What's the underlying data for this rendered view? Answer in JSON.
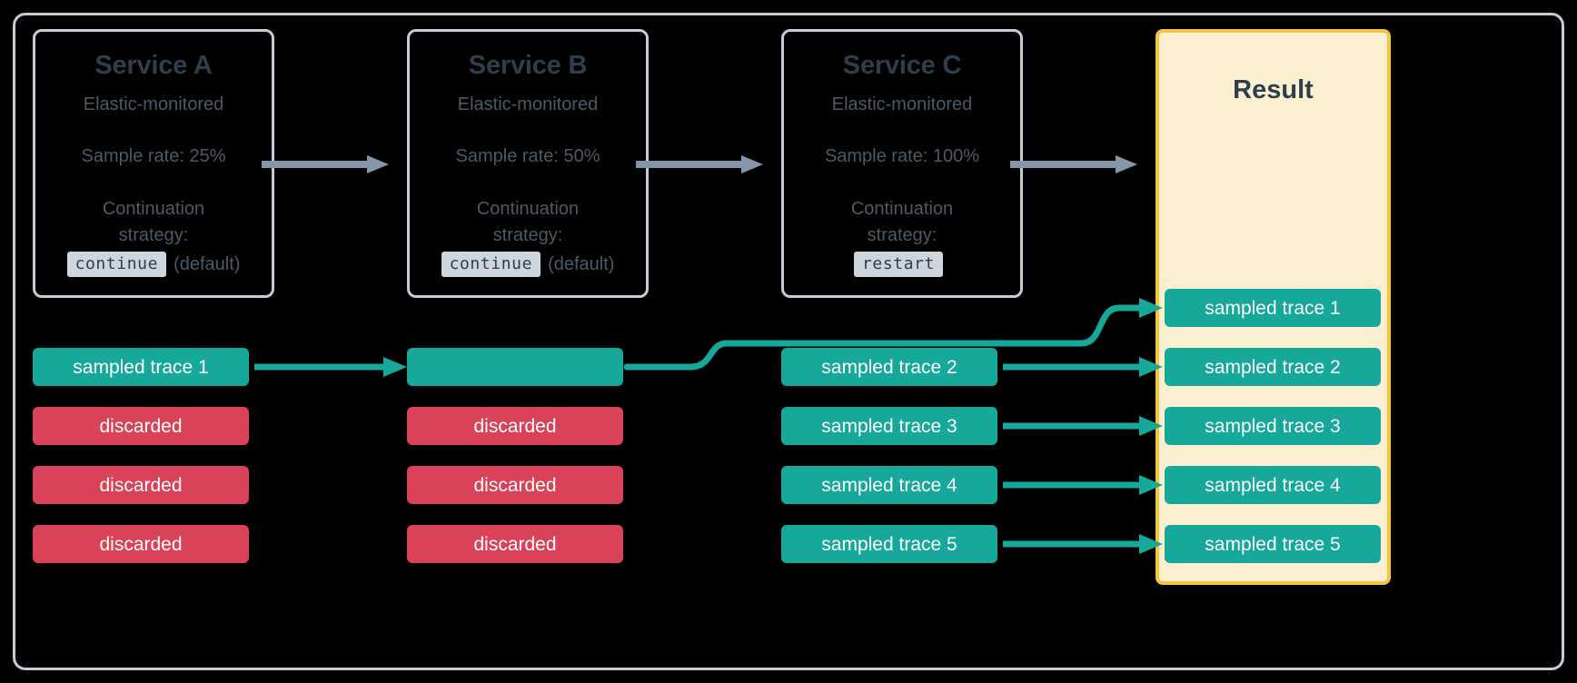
{
  "diagram": {
    "title": "Distributed tracing sampling flow",
    "colors": {
      "background": "#000000",
      "frame_border": "#c6ccd6",
      "card_border": "#c6ccd6",
      "card_title": "#2f3d4d",
      "card_text": "#4a5a66",
      "code_badge_bg": "#cdd5dd",
      "result_border": "#f5c63c",
      "result_bg": "#fbf0d0",
      "sampled": "#16a89a",
      "discarded": "#d94259",
      "grey_arrow": "#8496a8"
    }
  },
  "services": [
    {
      "name": "service-a",
      "title": "Service A",
      "subtitle": "Elastic-monitored",
      "sample_rate": "Sample rate: 25%",
      "strategy_label": "Continuation strategy:",
      "strategy_value": "continue",
      "strategy_note": "(default)"
    },
    {
      "name": "service-b",
      "title": "Service B",
      "subtitle": "Elastic-monitored",
      "sample_rate": "Sample rate: 50%",
      "strategy_label": "Continuation strategy:",
      "strategy_value": "continue",
      "strategy_note": "(default)"
    },
    {
      "name": "service-c",
      "title": "Service C",
      "subtitle": "Elastic-monitored",
      "sample_rate": "Sample rate: 100%",
      "strategy_label": "Continuation strategy:",
      "strategy_value": "restart",
      "strategy_note": ""
    }
  ],
  "result": {
    "title": "Result",
    "bars": [
      {
        "label": "sampled trace 1",
        "state": "sampled"
      },
      {
        "label": "sampled trace 2",
        "state": "sampled"
      },
      {
        "label": "sampled trace 3",
        "state": "sampled"
      },
      {
        "label": "sampled trace 4",
        "state": "sampled"
      },
      {
        "label": "sampled trace 5",
        "state": "sampled"
      }
    ]
  },
  "columns": {
    "service_a_bars": [
      {
        "label": "sampled trace 1",
        "state": "sampled"
      },
      {
        "label": "discarded",
        "state": "discarded"
      },
      {
        "label": "discarded",
        "state": "discarded"
      },
      {
        "label": "discarded",
        "state": "discarded"
      }
    ],
    "service_b_bars": [
      {
        "label": "",
        "state": "sampled"
      },
      {
        "label": "discarded",
        "state": "discarded"
      },
      {
        "label": "discarded",
        "state": "discarded"
      },
      {
        "label": "discarded",
        "state": "discarded"
      }
    ],
    "service_c_bars": [
      {
        "label": "sampled trace 2",
        "state": "sampled"
      },
      {
        "label": "sampled trace 3",
        "state": "sampled"
      },
      {
        "label": "sampled trace 4",
        "state": "sampled"
      },
      {
        "label": "sampled trace 5",
        "state": "sampled"
      }
    ]
  }
}
